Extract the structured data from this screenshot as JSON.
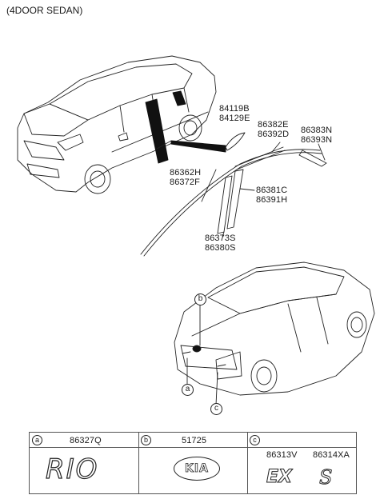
{
  "title": "(4DOOR SEDAN)",
  "parts": {
    "p1": [
      "84119B",
      "84129E"
    ],
    "p2": [
      "86382E",
      "86392D"
    ],
    "p3": [
      "86383N",
      "86393N"
    ],
    "p4": [
      "86362H",
      "86372F"
    ],
    "p5": [
      "86381C",
      "86391H"
    ],
    "p6": [
      "86373S",
      "86380S"
    ]
  },
  "callouts": {
    "a": "a",
    "b": "b",
    "c": "c"
  },
  "table": {
    "a": {
      "letter": "a",
      "part": "86327Q",
      "emblem": "RIO"
    },
    "b": {
      "letter": "b",
      "part": "51725",
      "emblem": "KIA"
    },
    "c": {
      "letter": "c",
      "parts": [
        "86313V",
        "86314XA"
      ],
      "emblems": [
        "EX",
        "S"
      ]
    }
  }
}
